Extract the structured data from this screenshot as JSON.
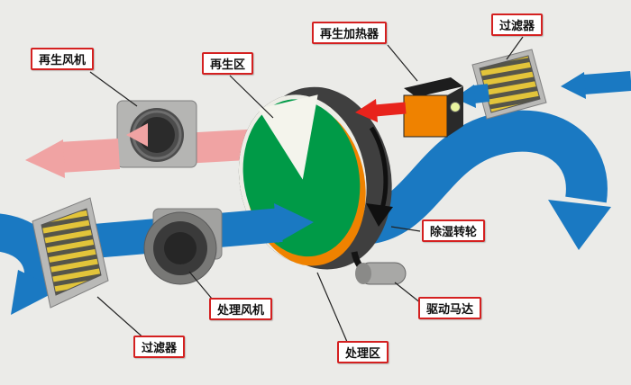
{
  "labels": {
    "regen_fan": "再生风机",
    "regen_zone": "再生区",
    "regen_heater": "再生加热器",
    "filter_top": "过滤器",
    "wheel": "除湿转轮",
    "drive_motor": "驱动马达",
    "process_fan": "处理风机",
    "process_zone": "处理区",
    "filter_bottom": "过滤器"
  },
  "colors": {
    "process_air_blue": "#1a79c2",
    "regen_exhaust_pink": "#f0a3a3",
    "hot_air_red": "#e8231c",
    "wheel_green": "#009a47",
    "heater_orange": "#ef8200",
    "filter_yellow": "#e2c43a",
    "label_border_red": "#d42020",
    "metal_gray": "#9c9c9a",
    "background": "#ebebe8"
  }
}
